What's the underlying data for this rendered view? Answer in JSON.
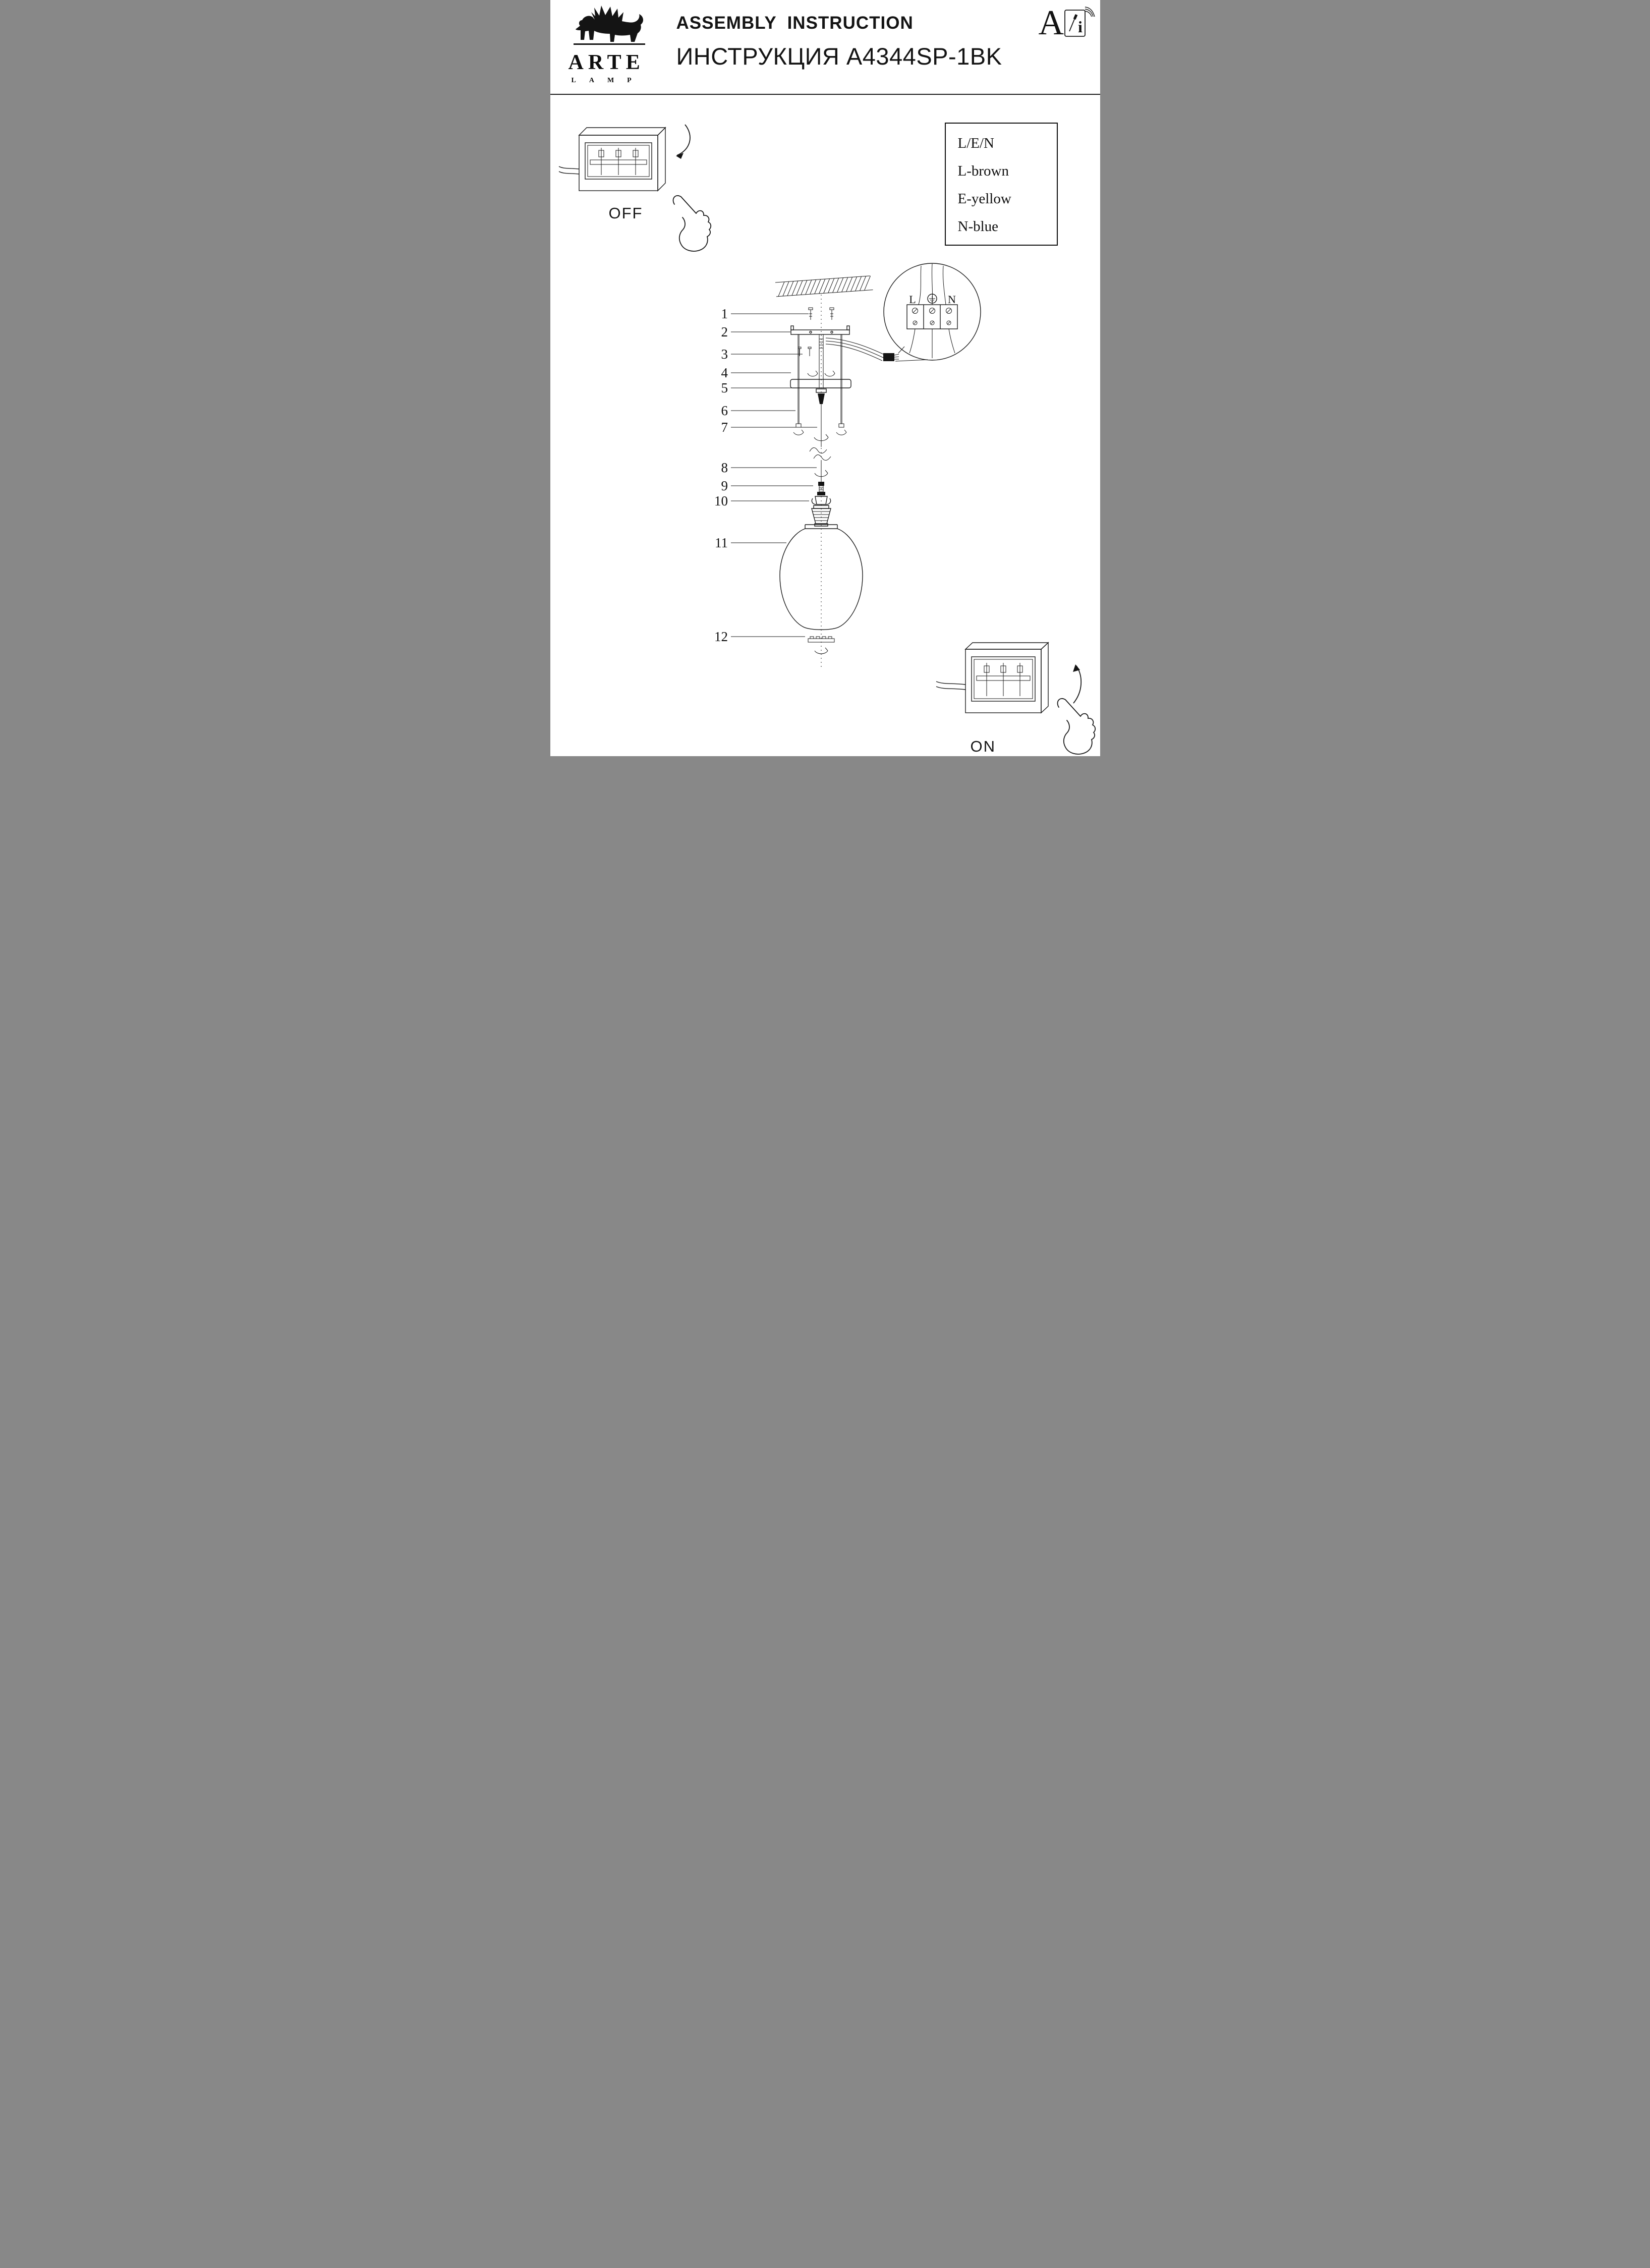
{
  "header": {
    "title_en": "ASSEMBLY  INSTRUCTION",
    "title_ru": "ИНСТРУКЦИЯ A4344SP-1BK",
    "corner_letter": "A",
    "booklet_letter": "i",
    "logo": {
      "name": "ARTE",
      "sub": "LAMP"
    }
  },
  "legend": {
    "lines": [
      "L/E/N",
      "L-brown",
      "E-yellow",
      "N-blue"
    ]
  },
  "switches": {
    "off_label": "OFF",
    "on_label": "ON"
  },
  "diagram": {
    "part_numbers": [
      "1",
      "2",
      "3",
      "4",
      "5",
      "6",
      "7",
      "8",
      "9",
      "10",
      "11",
      "12"
    ],
    "terminal": {
      "l": "L",
      "n": "N"
    }
  }
}
